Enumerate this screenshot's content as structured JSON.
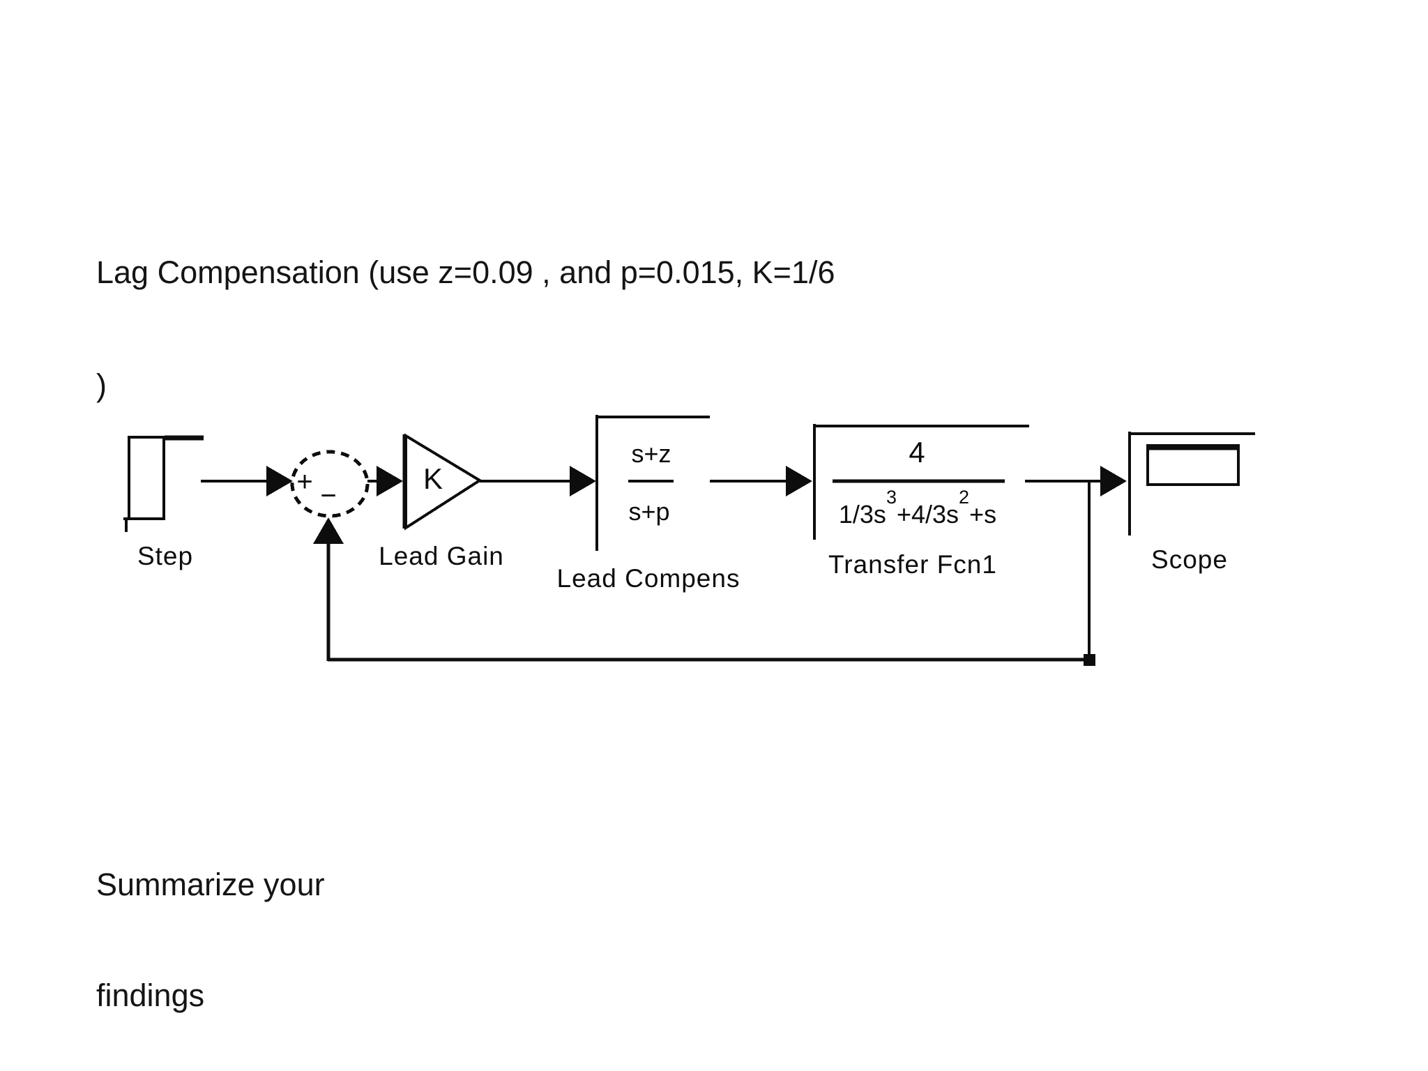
{
  "document": {
    "title_line1": "Lag Compensation (use z=0.09 , and p=0.015, K=1/6",
    "title_line2": ")",
    "note_line1": "Summarize your",
    "note_line2": "findings"
  },
  "diagram": {
    "step": {
      "label": "Step"
    },
    "sum": {
      "plus_sign": "+",
      "minus_sign": "−"
    },
    "lead_gain": {
      "label": "Lead Gain",
      "gain_symbol": "K"
    },
    "lead_compens": {
      "label": "Lead Compens",
      "numerator": "s+z",
      "denominator": "s+p"
    },
    "transfer_fcn": {
      "label": "Transfer Fcn1",
      "numerator": "4",
      "den_term1": "1/3s",
      "den_exp1": "3",
      "den_term2": "+4/3s",
      "den_exp2": "2",
      "den_term3": "+s"
    },
    "scope": {
      "label": "Scope"
    },
    "colors": {
      "ink": "#0d0d0d",
      "background": "#ffffff"
    }
  }
}
